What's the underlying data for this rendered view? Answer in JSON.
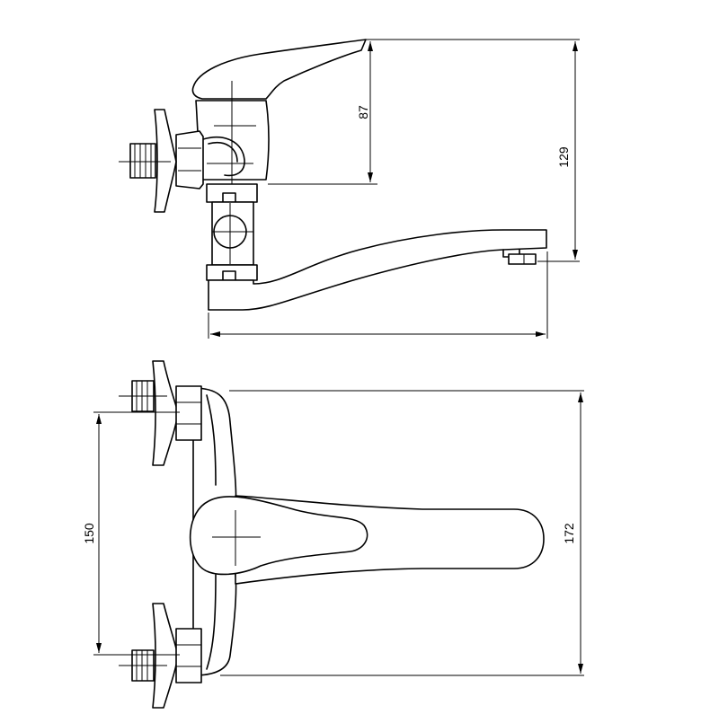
{
  "side_view": {
    "dim_lever_height": "87",
    "dim_total_height": "129"
  },
  "top_view": {
    "dim_inlet_spacing": "150",
    "dim_total_depth": "172"
  }
}
